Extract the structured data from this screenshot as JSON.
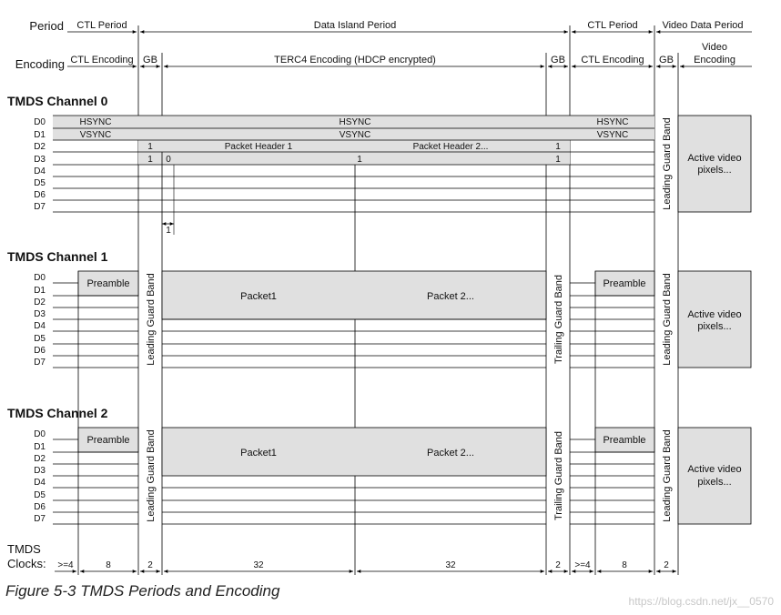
{
  "header": {
    "period_label": "Period",
    "encoding_label": "Encoding",
    "periods": {
      "ctl1": "CTL Period",
      "data_island": "Data Island Period",
      "ctl2": "CTL Period",
      "video": "Video Data Period"
    },
    "encodings": {
      "ctl1": "CTL Encoding",
      "gb1": "GB",
      "terc4": "TERC4 Encoding (HDCP encrypted)",
      "gb2": "GB",
      "ctl2": "CTL Encoding",
      "gb3": "GB",
      "video_line1": "Video",
      "video_line2": "Encoding"
    }
  },
  "channel0": {
    "title": "TMDS Channel 0",
    "lines": [
      "D0",
      "D1",
      "D2",
      "D3",
      "D4",
      "D5",
      "D6",
      "D7"
    ],
    "hsync": "HSYNC",
    "vsync": "VSYNC",
    "one": "1",
    "zero": "0",
    "packet_header1": "Packet Header 1",
    "packet_header2": "Packet Header 2...",
    "gap_label": "1",
    "leading_gb": "Leading Guard Band",
    "active_line1": "Active video",
    "active_line2": "pixels..."
  },
  "channel1": {
    "title": "TMDS Channel 1",
    "lines": [
      "D0",
      "D1",
      "D2",
      "D3",
      "D4",
      "D5",
      "D6",
      "D7"
    ],
    "preamble": "Preamble",
    "packet1": "Packet1",
    "packet2": "Packet 2...",
    "leading_gb": "Leading Guard Band",
    "trailing_gb": "Trailing Guard Band",
    "active_line1": "Active video",
    "active_line2": "pixels..."
  },
  "channel2": {
    "title": "TMDS Channel 2",
    "lines": [
      "D0",
      "D1",
      "D2",
      "D3",
      "D4",
      "D5",
      "D6",
      "D7"
    ],
    "preamble": "Preamble",
    "packet1": "Packet1",
    "packet2": "Packet 2...",
    "leading_gb": "Leading Guard Band",
    "trailing_gb": "Trailing Guard Band",
    "active_line1": "Active video",
    "active_line2": "pixels..."
  },
  "clocks": {
    "label_line1": "TMDS",
    "label_line2": "Clocks:",
    "values": [
      ">=4",
      "8",
      "2",
      "32",
      "32",
      "2",
      ">=4",
      "8",
      "2"
    ]
  },
  "caption": "Figure 5-3 TMDS Periods and Encoding",
  "watermark": "https://blog.csdn.net/jx__0570",
  "colors": {
    "fill": "#e0e0e0",
    "line": "#000000",
    "text": "#111111"
  }
}
